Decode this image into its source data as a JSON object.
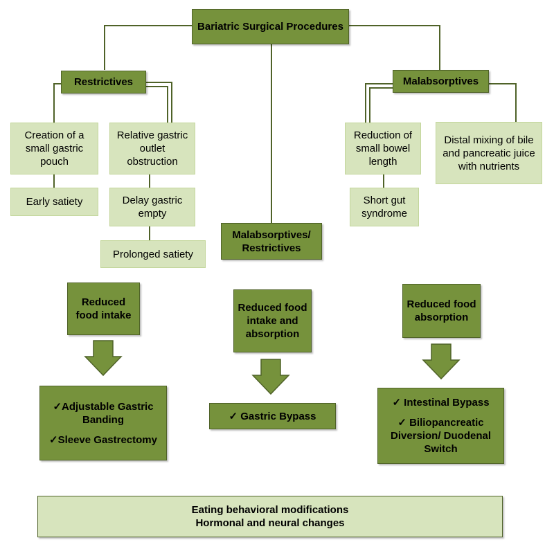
{
  "root": "Bariatric Surgical Procedures",
  "categories": {
    "restrictives": "Restrictives",
    "malabsorptives": "Malabsorptives",
    "combined": "Malabsorptives/ Restrictives"
  },
  "mechanisms": {
    "pouch": "Creation of a small gastric pouch",
    "early_satiety": "Early satiety",
    "outlet": "Relative gastric outlet obstruction",
    "delay": "Delay gastric empty",
    "prolonged": "Prolonged satiety",
    "bowel": "Reduction of small bowel length",
    "short_gut": "Short gut syndrome",
    "distal": "Distal mixing of bile and pancreatic juice with nutrients"
  },
  "effects": {
    "left": "Reduced food intake",
    "middle": "Reduced food intake and absorption",
    "right": "Reduced food absorption"
  },
  "procedures": {
    "left": [
      "✓Adjustable Gastric Banding",
      "✓Sleeve Gastrectomy"
    ],
    "middle": [
      "✓   Gastric Bypass"
    ],
    "right": [
      "✓ Intestinal Bypass",
      "✓   Biliopancreatic Diversion/ Duodenal Switch"
    ]
  },
  "footer": {
    "line1": "Eating behavioral modifications",
    "line2": "Hormonal and neural changes"
  },
  "colors": {
    "dark_green": "#76923c",
    "light_green": "#d7e4bd",
    "line": "#4f6228"
  }
}
